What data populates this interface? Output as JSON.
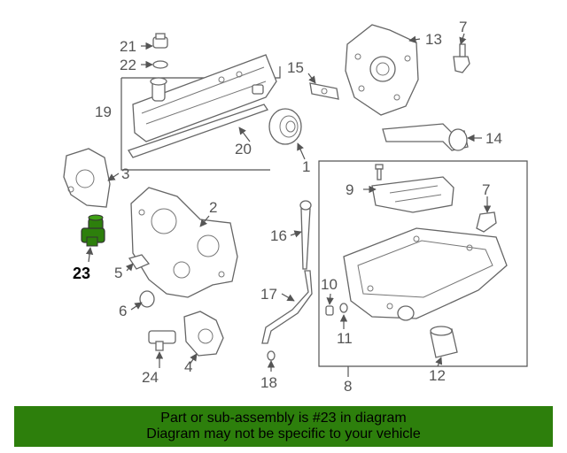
{
  "callouts": {
    "c1": "1",
    "c2": "2",
    "c3": "3",
    "c4": "4",
    "c5": "5",
    "c6": "6",
    "c7a": "7",
    "c7b": "7",
    "c8": "8",
    "c9": "9",
    "c10": "10",
    "c11": "11",
    "c12": "12",
    "c13": "13",
    "c14": "14",
    "c15": "15",
    "c16": "16",
    "c17": "17",
    "c18": "18",
    "c19": "19",
    "c20": "20",
    "c21": "21",
    "c22": "22",
    "c23": "23",
    "c24": "24"
  },
  "highlight_color": "#2d7f0c",
  "banner": {
    "line1": "Part or sub-assembly is #23 in diagram",
    "line2": "Diagram may not be specific to your vehicle"
  }
}
